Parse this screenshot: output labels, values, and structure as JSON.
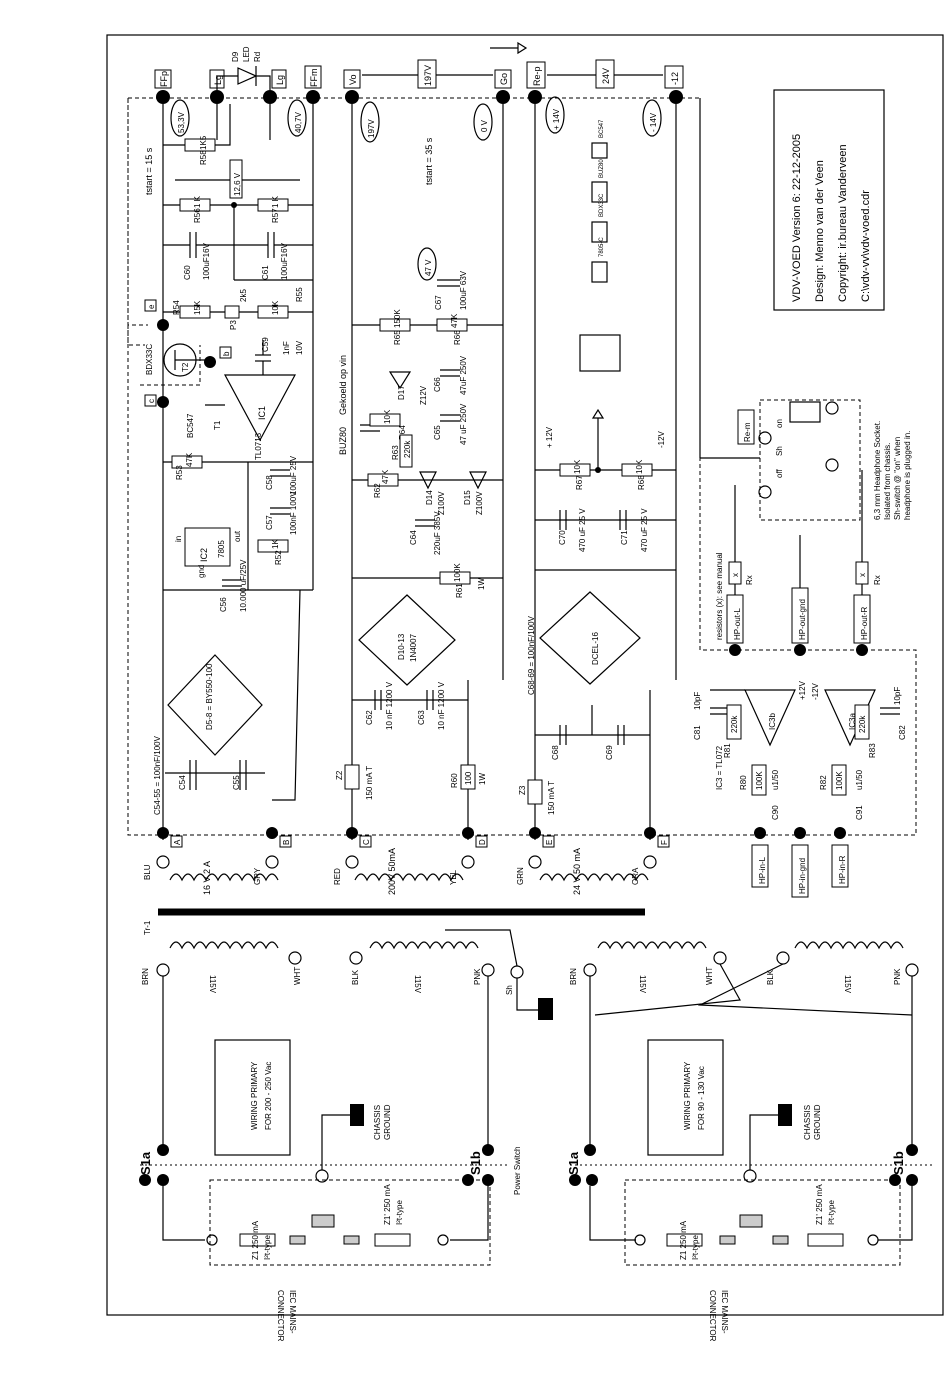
{
  "title_block": {
    "line1": "VDV-VOED Version 6: 22-12-2005",
    "line2": "Design: Menno van der Veen",
    "line3": "Copyright: ir.bureau Vanderveen",
    "line4": "C:\\vdv-vv\\vdv-voed.cdr"
  },
  "nodes": {
    "ffp": "FFp",
    "lg1": "Lg",
    "lg2": "Lg",
    "ffm": "FFm",
    "vo": "Vo",
    "go": "Go",
    "rep": "Re-p",
    "m12": "-12",
    "a": "A",
    "b": "B",
    "c": "C",
    "d": "D",
    "e": "E",
    "f": "F",
    "cb": "c",
    "bb": "b",
    "eb": "e"
  },
  "voltages": {
    "v197top": "197V",
    "v24top": "24V",
    "v53": "53,3V",
    "v40": "40,7V",
    "v12_6": "12,6 V",
    "v197": "197V",
    "v0": "0 V",
    "v47": "47 V",
    "vp14": "+ 14V",
    "vm14": "- 14V"
  },
  "timing": {
    "tstart1": "tstart = 15 s",
    "tstart2": "tstart = 35 s"
  },
  "led": {
    "d9": "D9",
    "led": "LED",
    "rd": "Rd"
  },
  "components": {
    "r58": "R58",
    "r58v": "1K5",
    "r56": "R56",
    "r56v": "1 K",
    "r57": "R57",
    "r57v": "1 K",
    "c60": "C60",
    "c60v": "100uF16V",
    "c61": "C61",
    "c61v": "100uF16V",
    "r54": "R54",
    "r54v": "15K",
    "p3": "P3",
    "p3v": "2k5",
    "r55": "R55",
    "r55v": "10K",
    "t2": "T2",
    "bdx": "BDX33C",
    "c59": "C59",
    "c59v": "1nF",
    "c59v2": "10V",
    "t1": "T1",
    "bc547": "BC547",
    "ic1": "IC1",
    "tl": "TL0713",
    "r53": "R53",
    "r53v": "47K",
    "c58": "C58",
    "c58v": "100uF 25V",
    "c57": "C57",
    "c57v": "100nF 100V",
    "ic2": "IC2",
    "ic2v": "7805",
    "in": "in",
    "out": "out",
    "gnd": "gnd",
    "r52": "R52",
    "r52v": "1K",
    "c56": "C56",
    "c56v": "10.000 uF/25V",
    "d5": "D5-8 = BY550-100",
    "c54": "C54",
    "c55": "C55",
    "c5455": "C54-55 = 100nF/100V",
    "buz": "BUZ80",
    "gek": "Gekoeld op vin",
    "c67": "C67",
    "c67v": "100uF 63V",
    "r65": "R65",
    "r65v": "150K",
    "r66": "R66",
    "r66v": "47K",
    "d17": "D17",
    "d17v": "Z12V",
    "c66": "C66",
    "c66v": "47uF 250V",
    "r64": "R64",
    "r64v": "10K",
    "c65": "C65",
    "c65v": "47 uF 250V",
    "r63": "R63",
    "r63v": "220k",
    "r62": "R62",
    "r62v": "47K",
    "d14": "D14",
    "d14v": "Z100V",
    "d15": "D15",
    "d15v": "Z100V",
    "c64": "C64",
    "c64v": "220uF 385V",
    "r61": "R61",
    "r61v": "100K",
    "r61w": "1W",
    "d10": "D10-13",
    "d10v": "1N4007",
    "c62": "C62",
    "c62v": "10 nF 1200 V",
    "c63": "C63",
    "c63v": "10 nF 1200 V",
    "z2": "Z2",
    "z2v": "150 mA T",
    "r60": "R60",
    "r60v": "100",
    "r60w": "1W",
    "p12": "+ 12V",
    "m12v": "-12V",
    "r67": "R67",
    "r67v": "10K",
    "r68": "R68",
    "r68v": "10K",
    "c70": "C70",
    "c70v": "470 uF 25 V",
    "c71": "C71",
    "c71v": "470 uF 25 V",
    "dcel": "DCEL-16",
    "c6869": "C68-69 = 100nF/100V",
    "c68": "C68",
    "c69": "C69",
    "z3": "Z3",
    "z3v": "150 mA T",
    "c81": "C81",
    "c81v": "10pF",
    "c82": "C82",
    "c82v": "10pF",
    "r81": "R81",
    "r81v": "220k",
    "r83": "R83",
    "r83v": "220k",
    "ic3b": "IC3b",
    "ic3a": "IC3a",
    "ic3": "IC3 = TL072",
    "r80": "R80",
    "r80v": "100K",
    "r82": "R82",
    "r82v": "100K",
    "c90": "C90",
    "c90v": "u1/50",
    "c91": "C91",
    "c91v": "u1/50",
    "p12b": "+12V",
    "m12b": "-12V",
    "rx1": "Rx",
    "rx2": "Rx",
    "x1": "x",
    "x2": "x"
  },
  "hp": {
    "outl": "HP-out-L",
    "outg": "HP-out-gnd",
    "outr": "HP-out-R",
    "inl": "HP-in-L",
    "ing": "HP-in-gnd",
    "inr": "HP-in-R",
    "resnote": "resistors (x): see manual",
    "rem": "Re-m",
    "sh": "Sh",
    "on": "on",
    "off": "off",
    "sock1": "6,3 mm Headphone Socket.",
    "sock2": "Isolated from chassis.",
    "sock3": "Sh-switch @ \"on\" when",
    "sock4": "headphone is plugged in."
  },
  "pinouts": {
    "p1": "BC547",
    "p2": "BUZ80",
    "p3": "BDX33C",
    "p4": "7805-C"
  },
  "transformer": {
    "blu": "BLU",
    "gry": "GRY",
    "red": "RED",
    "yel": "YEL",
    "grn": "GRN",
    "ora": "ORA",
    "s1": "16 V   2 A",
    "s2": "200V   50mA",
    "s3": "24 V   50 mA",
    "tr": "Tr-1"
  },
  "primary_left": {
    "brn": "BRN",
    "wht": "WHT",
    "blk": "BLK",
    "pnk": "PNK",
    "v1": "115V",
    "v2": "115V",
    "sh": "Sh",
    "wiring1": "WIRING PRIMARY",
    "wiring2": "FOR 200 - 250 Vac",
    "chassis1": "CHASSIS",
    "chassis2": "GROUND",
    "s1a": "S1a",
    "s1b": "S1b",
    "pswitch": "Power Switch",
    "z1": "Z1  250 mA",
    "z1t": "I²t-type",
    "z1p": "Z1'  250 mA",
    "z1pt": "I²t-type",
    "iec1": "IEC MAINS-",
    "iec2": "CONNECTOR"
  },
  "primary_right": {
    "brn": "BRN",
    "wht": "WHT",
    "blk": "BLK",
    "pnk": "PNK",
    "v1": "115V",
    "v2": "115V",
    "wiring1": "WIRING PRIMARY",
    "wiring2": "FOR 90 - 130 Vac",
    "chassis1": "CHASSIS",
    "chassis2": "GROUND",
    "s1a": "S1a",
    "s1b": "S1b",
    "z1": "Z1  250 mA",
    "z1t": "I²t-type",
    "z1p": "Z1'  250 mA",
    "z1pt": "I²t-type",
    "iec1": "IEC MAINS-",
    "iec2": "CONNECTOR"
  }
}
